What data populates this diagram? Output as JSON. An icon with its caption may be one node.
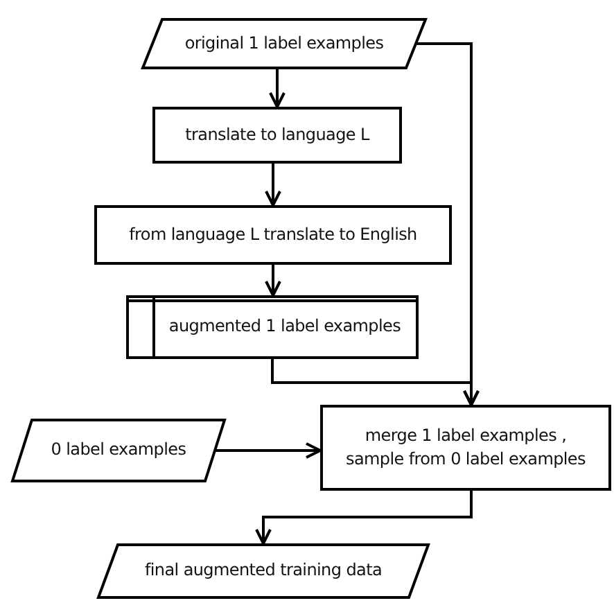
{
  "diagram": {
    "nodes": [
      {
        "text": [
          "original 1 label examples"
        ]
      },
      {
        "text": [
          "translate to language L"
        ]
      },
      {
        "text": [
          "from language L translate to English"
        ]
      },
      {
        "text": [
          "augmented 1 label examples"
        ]
      },
      {
        "text": [
          "0 label examples"
        ]
      },
      {
        "text": [
          "merge 1 label examples , sample from 0 label examples"
        ]
      },
      {
        "text": [
          "final augmented training data"
        ]
      }
    ],
    "edges": [
      {
        "from": 0,
        "to": 1,
        "arrow": "to"
      },
      {
        "from": 1,
        "to": 2,
        "arrow": "to"
      },
      {
        "from": 2,
        "to": 3,
        "arrow": "to"
      },
      {
        "from": 3,
        "to": 5,
        "arrow": "to"
      },
      {
        "from": 0,
        "to": 5,
        "arrow": "to"
      },
      {
        "from": 4,
        "to": 5,
        "arrow": "to"
      },
      {
        "from": 5,
        "to": 6,
        "arrow": "to"
      }
    ]
  }
}
